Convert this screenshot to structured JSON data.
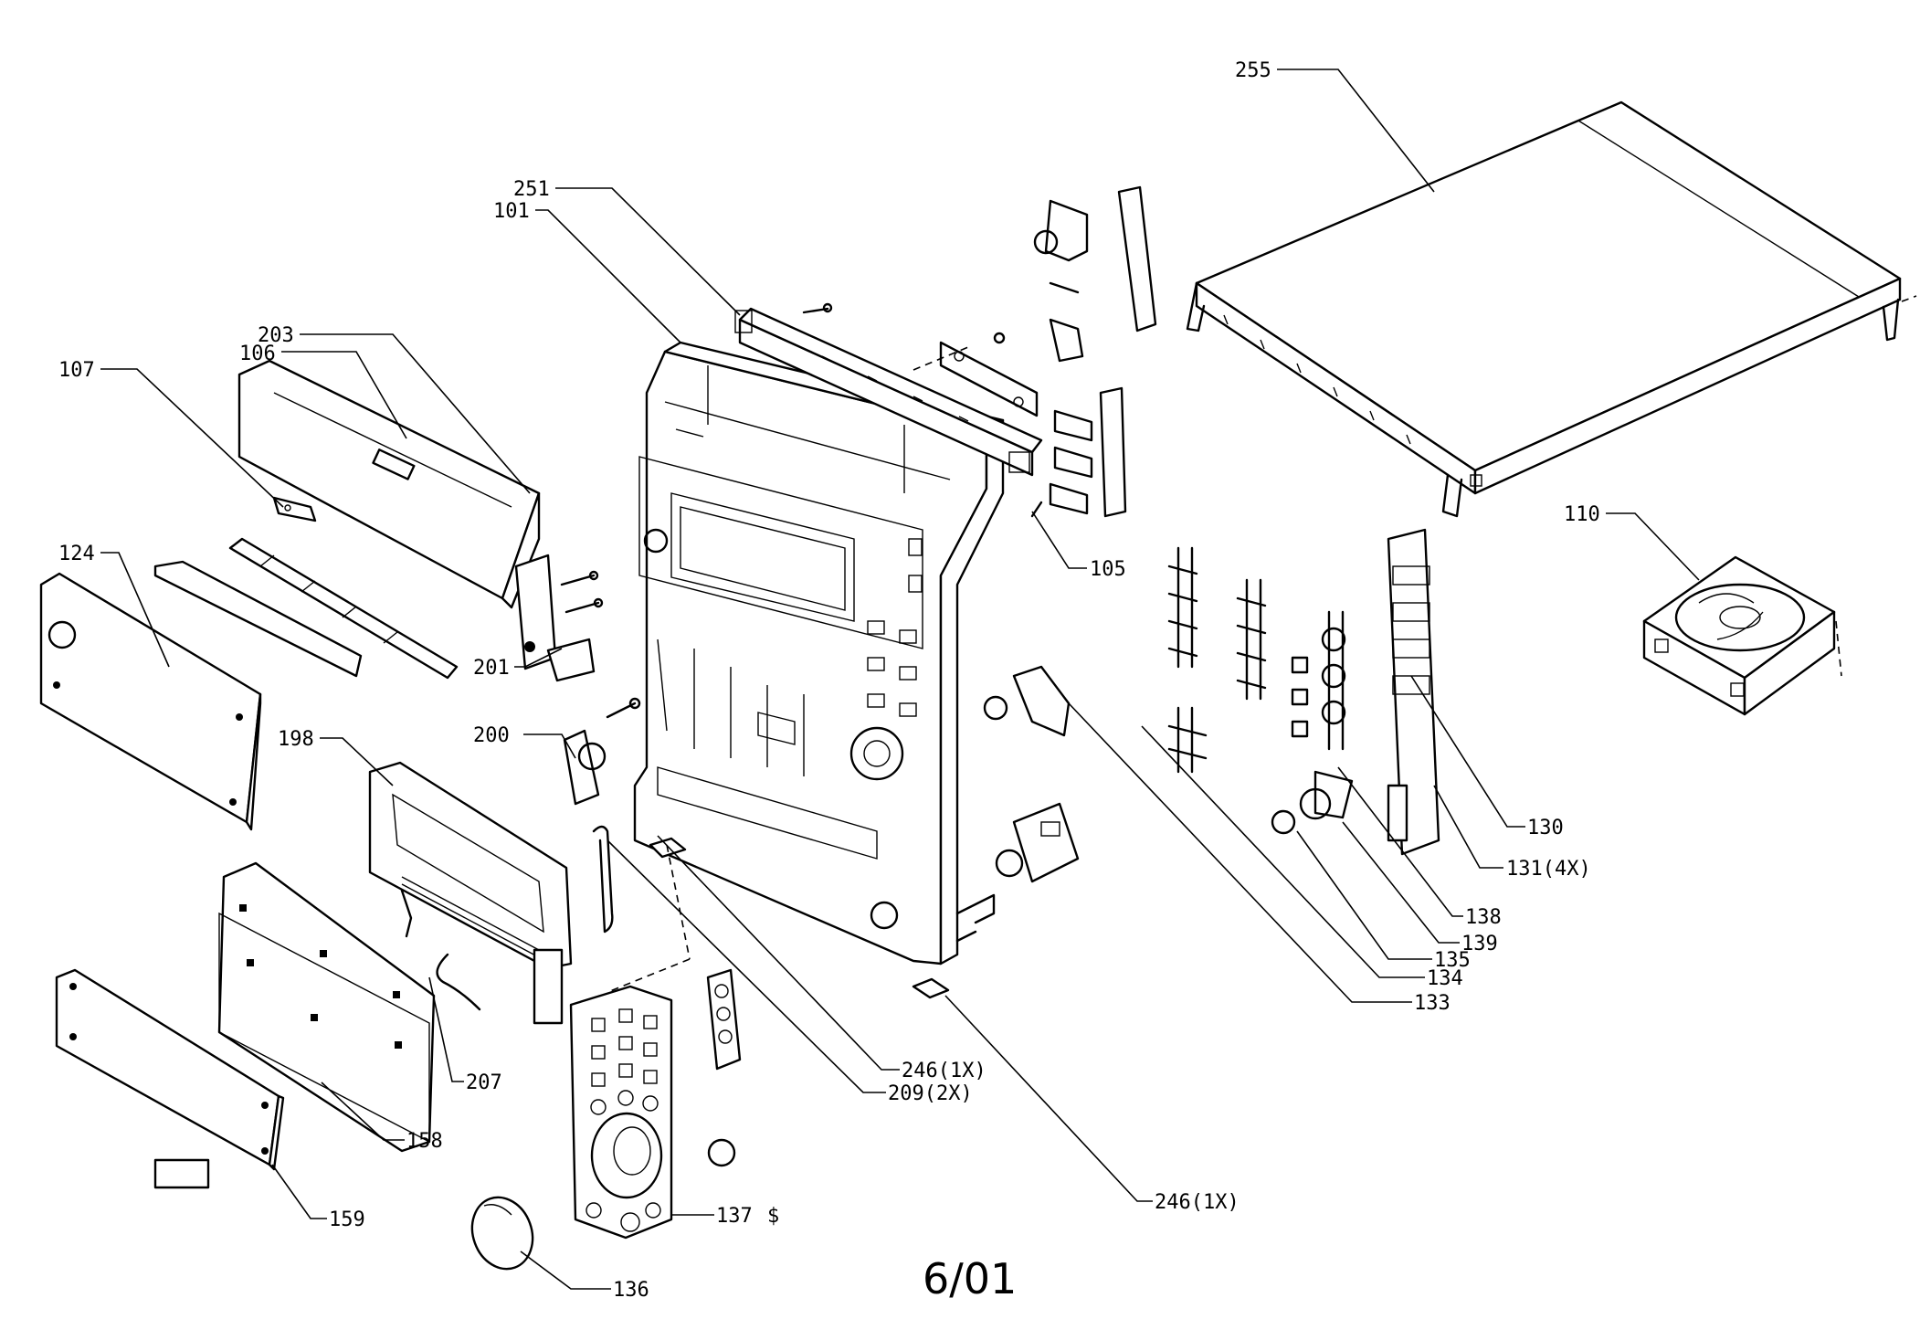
{
  "callouts": {
    "c255": "255",
    "c251": "251",
    "c101": "101",
    "c203": "203",
    "c106": "106",
    "c107": "107",
    "c124": "124",
    "c105": "105",
    "c110": "110",
    "c201": "201",
    "c200": "200",
    "c198": "198",
    "c130": "130",
    "c131": "131(4X)",
    "c138": "138",
    "c139": "139",
    "c135": "135",
    "c134": "134",
    "c133": "133",
    "c207": "207",
    "c246a": "246(1X)",
    "c209": "209(2X)",
    "c158": "158",
    "c159": "159",
    "c137": "137",
    "c137mark": "$",
    "c136": "136",
    "c246b": "246(1X)"
  },
  "footer": {
    "code": "6/01"
  }
}
